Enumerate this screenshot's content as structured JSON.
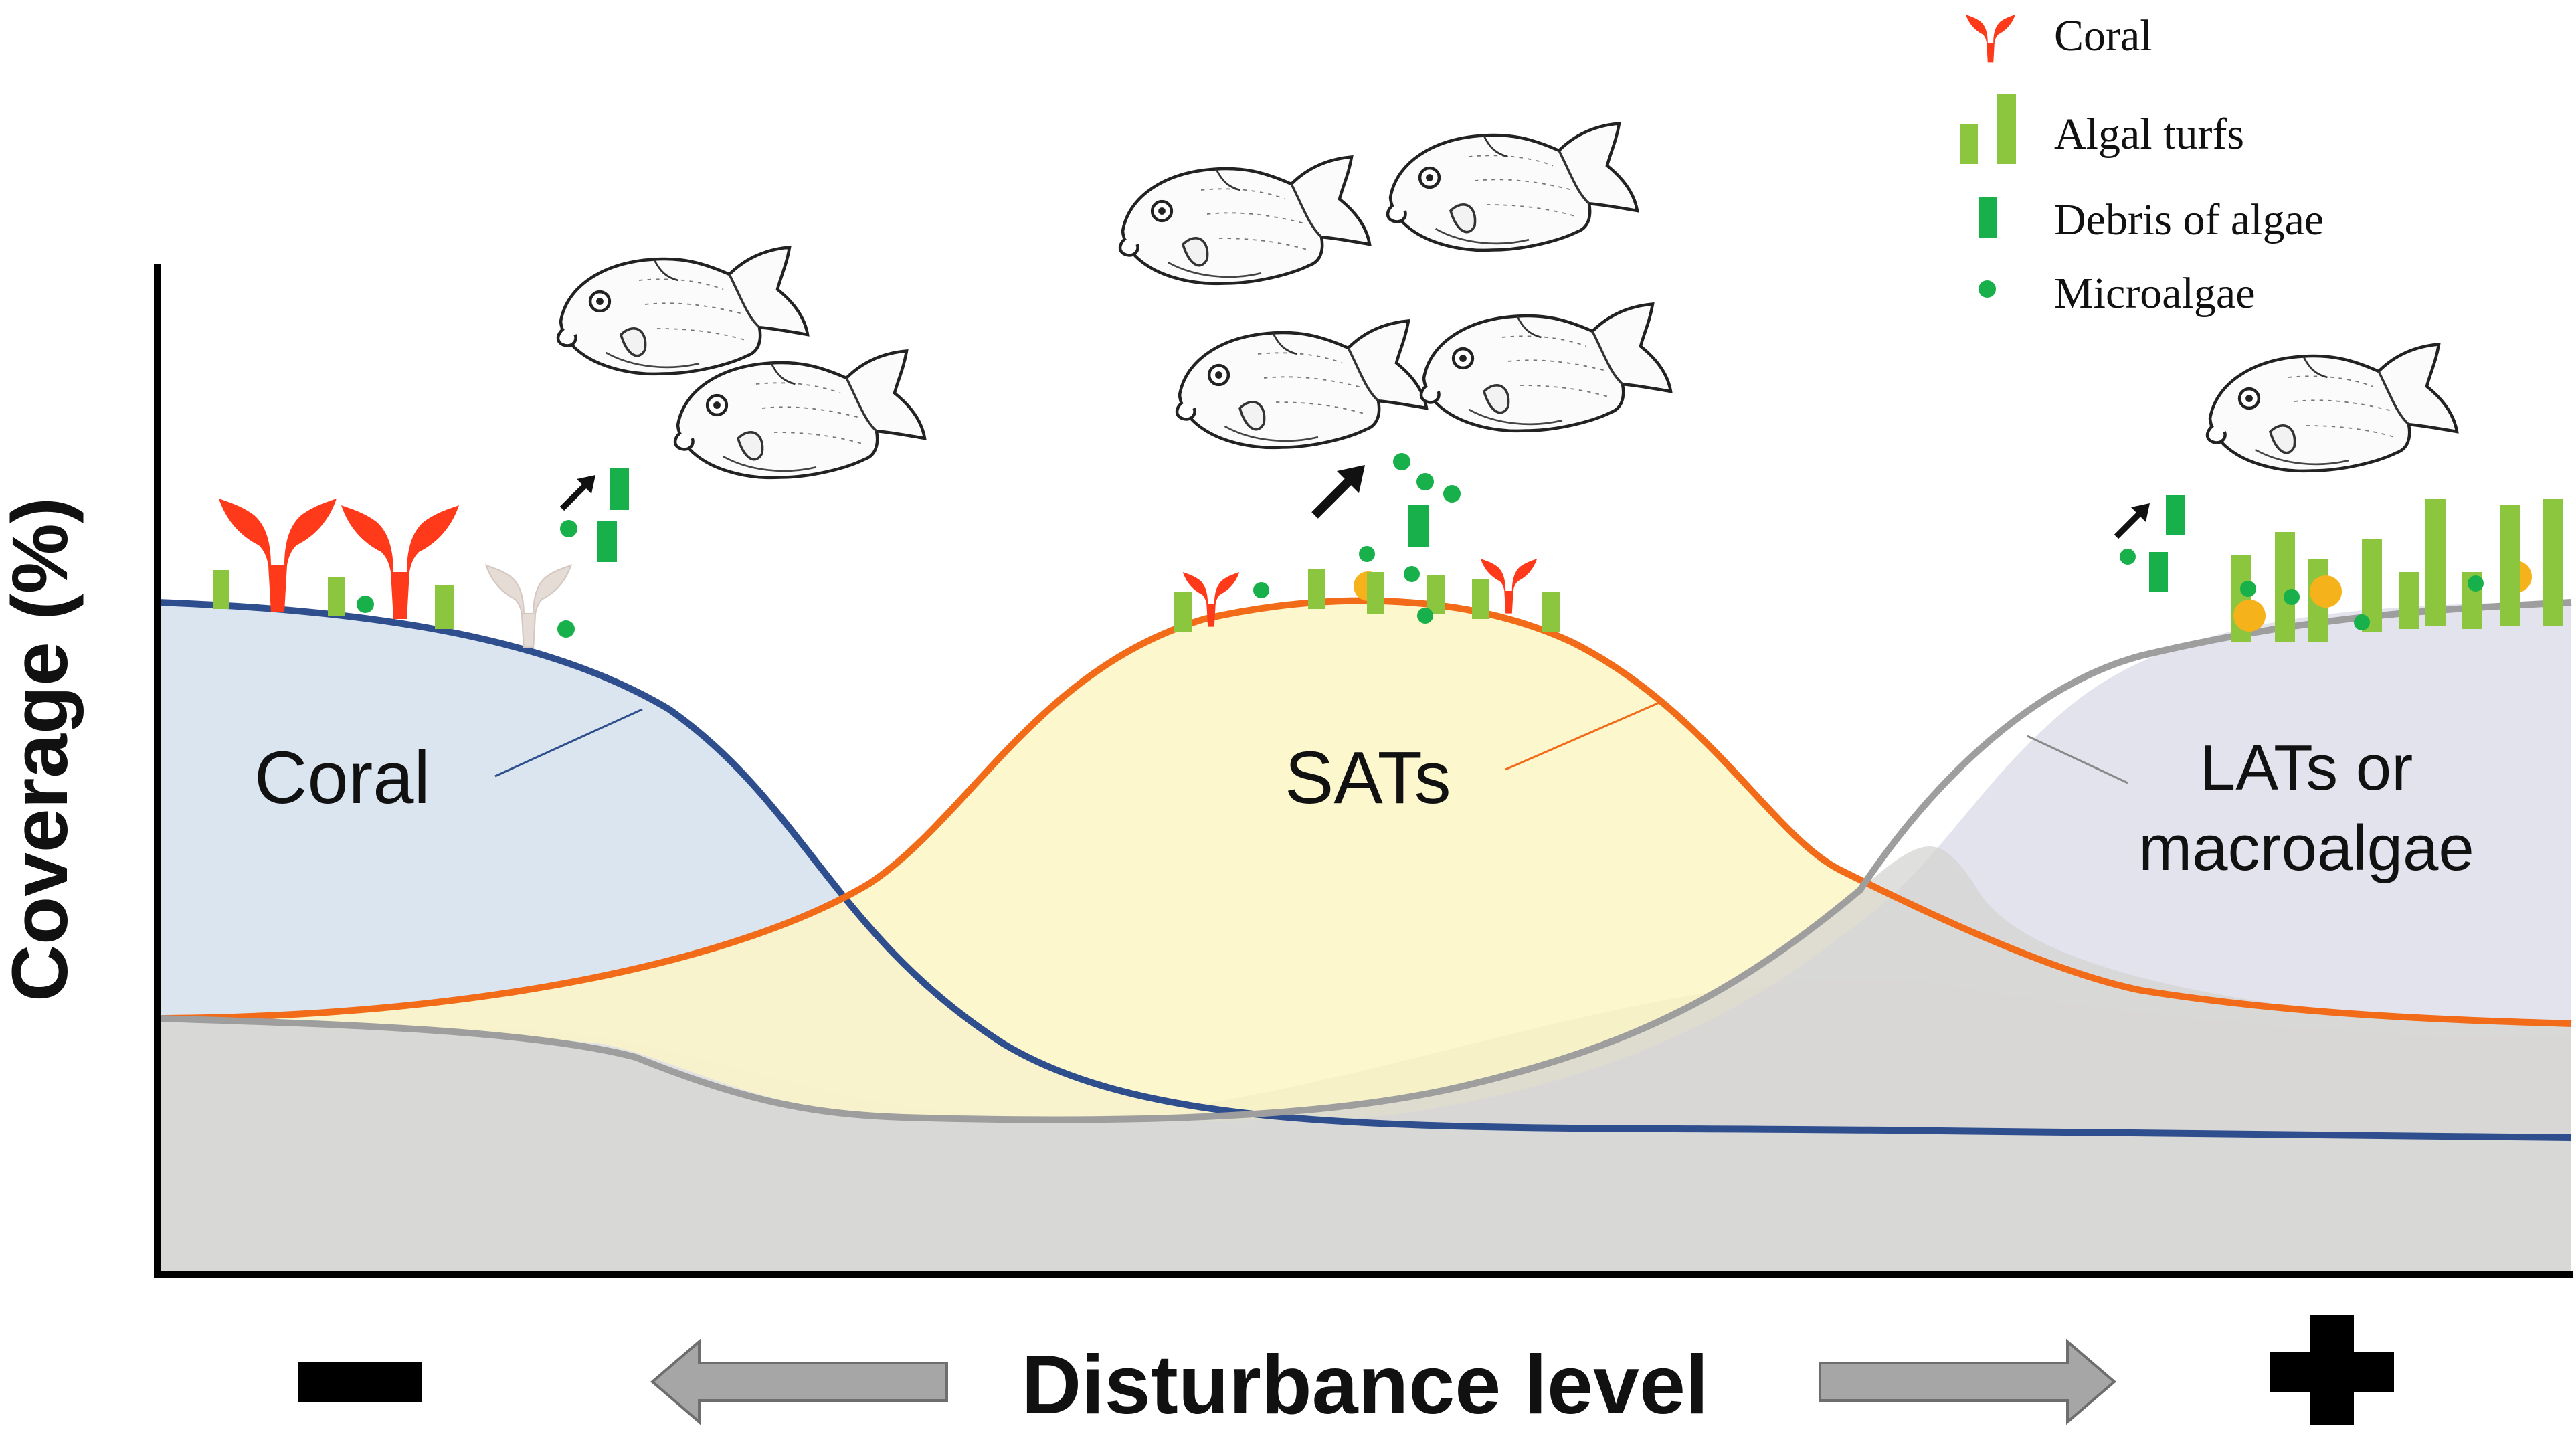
{
  "axis": {
    "ylabel": "Coverage (%)",
    "xlabel": "Disturbance level",
    "low_symbol": "minus-icon",
    "high_symbol": "plus-icon"
  },
  "regions": {
    "coral": "Coral",
    "sats": "SATs",
    "lats_line1": "LATs or",
    "lats_line2": "macroalgae"
  },
  "legend": [
    {
      "icon": "coral-icon",
      "label": "Coral"
    },
    {
      "icon": "algal-turfs-icon",
      "label": "Algal turfs"
    },
    {
      "icon": "algae-debris-icon",
      "label": "Debris of algae"
    },
    {
      "icon": "microalgae-icon",
      "label": "Microalgae"
    }
  ],
  "colors": {
    "coral_line": "#2f4e8e",
    "coral_fill": "#d3e1ec",
    "sats_line": "#f26b18",
    "sats_fill": "#fdf6c6",
    "lats_line": "#9e9e9e",
    "lats_fill": "#d9d9ef",
    "base_fill": "#d6d6d3",
    "coral_icon": "#ff3a1a",
    "bleached_coral": "#e6dcd6",
    "algal_turf": "#8cc63f",
    "algae_debris": "#18b04a",
    "microalgae": "#18b04a",
    "yellow_dot": "#f6b21b",
    "arrow_gray": "#a6a6a6"
  }
}
